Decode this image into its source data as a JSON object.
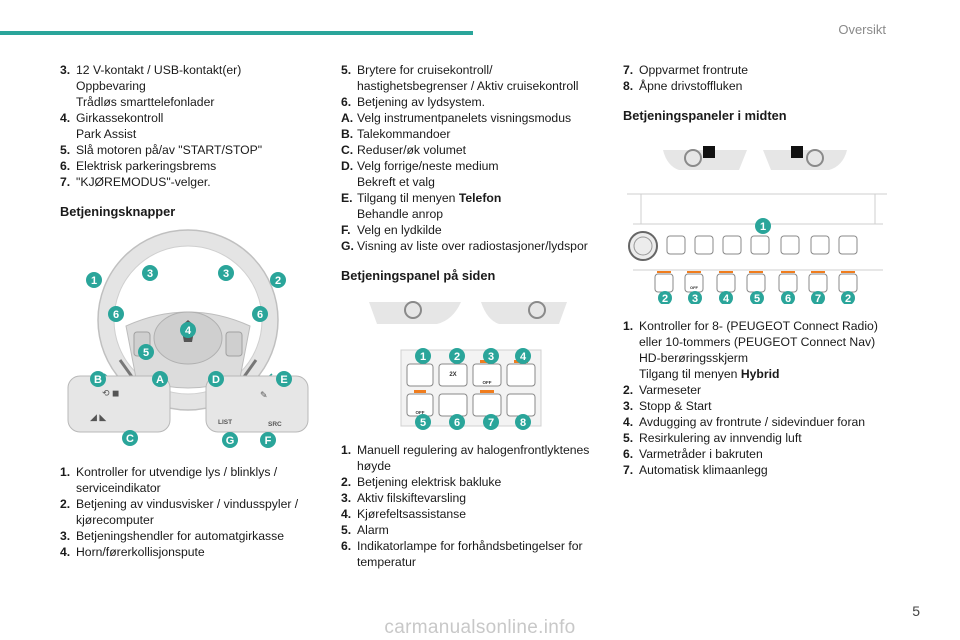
{
  "header": {
    "title": "Oversikt",
    "page_number": "5"
  },
  "watermark": "carmanualsonline.info",
  "col1": {
    "list_top": [
      {
        "num": "3.",
        "lines": [
          "12 V-kontakt / USB-kontakt(er)",
          "Oppbevaring",
          "Trådløs smarttelefonlader"
        ]
      },
      {
        "num": "4.",
        "lines": [
          "Girkassekontroll",
          "Park Assist"
        ]
      },
      {
        "num": "5.",
        "lines": [
          "Slå motoren på/av \"START/STOP\""
        ]
      },
      {
        "num": "6.",
        "lines": [
          "Elektrisk parkeringsbrems"
        ]
      },
      {
        "num": "7.",
        "lines": [
          "\"KJØREMODUS\"-velger."
        ]
      }
    ],
    "heading": "Betjeningsknapper",
    "figure_labels": {
      "n1": "1",
      "n2": "2",
      "n3a": "3",
      "n3b": "3",
      "n4": "4",
      "n5": "5",
      "n6a": "6",
      "n6b": "6",
      "A": "A",
      "B": "B",
      "C": "C",
      "D": "D",
      "E": "E",
      "F": "F",
      "G": "G",
      "list": "LIST",
      "src": "SRC"
    },
    "list_bottom": [
      {
        "num": "1.",
        "lines": [
          "Kontroller for utvendige lys / blinklys /",
          "serviceindikator"
        ]
      },
      {
        "num": "2.",
        "lines": [
          "Betjening av vindusvisker / vindusspyler /",
          "kjørecomputer"
        ]
      },
      {
        "num": "3.",
        "lines": [
          "Betjeningshendler for automatgirkasse"
        ]
      },
      {
        "num": "4.",
        "lines": [
          "Horn/førerkollisjonspute"
        ]
      }
    ]
  },
  "col2": {
    "list_top": [
      {
        "num": "5.",
        "lines": [
          "Brytere for cruisekontroll/",
          "hastighetsbegrenser / Aktiv cruisekontroll"
        ]
      },
      {
        "num": "6.",
        "lines": [
          "Betjening av lydsystem."
        ]
      },
      {
        "num": "A.",
        "lines": [
          "Velg instrumentpanelets visningsmodus"
        ]
      },
      {
        "num": "B.",
        "lines": [
          "Talekommandoer"
        ]
      },
      {
        "num": "C.",
        "lines": [
          "Reduser/øk volumet"
        ]
      },
      {
        "num": "D.",
        "lines": [
          "Velg forrige/neste medium",
          "Bekreft et valg"
        ]
      },
      {
        "num": "E.",
        "lines": [
          "Tilgang til menyen ",
          "Behandle anrop"
        ],
        "bold": "Telefon"
      },
      {
        "num": "F.",
        "lines": [
          "Velg en lydkilde"
        ]
      },
      {
        "num": "G.",
        "lines": [
          "Visning av liste over radiostasjoner/lydspor"
        ]
      }
    ],
    "heading": "Betjeningspanel på siden",
    "figure_labels": {
      "n1": "1",
      "n2": "2",
      "n3": "3",
      "n4": "4",
      "n5": "5",
      "n6": "6",
      "n7": "7",
      "n8": "8",
      "twox": "2X",
      "off1": "OFF",
      "off2": "OFF"
    },
    "list_bottom": [
      {
        "num": "1.",
        "lines": [
          "Manuell regulering av halogenfrontlyktenes",
          "høyde"
        ]
      },
      {
        "num": "2.",
        "lines": [
          "Betjening elektrisk bakluke"
        ]
      },
      {
        "num": "3.",
        "lines": [
          "Aktiv filskiftevarsling"
        ]
      },
      {
        "num": "4.",
        "lines": [
          "Kjørefeltsassistanse"
        ]
      },
      {
        "num": "5.",
        "lines": [
          "Alarm"
        ]
      },
      {
        "num": "6.",
        "lines": [
          "Indikatorlampe for forhåndsbetingelser for",
          "temperatur"
        ]
      }
    ]
  },
  "col3": {
    "list_top": [
      {
        "num": "7.",
        "lines": [
          "Oppvarmet frontrute"
        ]
      },
      {
        "num": "8.",
        "lines": [
          "Åpne drivstoffluken"
        ]
      }
    ],
    "heading": "Betjeningspaneler i midten",
    "figure_labels": {
      "n1": "1",
      "n2a": "2",
      "n2b": "2",
      "n3": "3",
      "n4": "4",
      "n5": "5",
      "n6": "6",
      "n7": "7",
      "off": "OFF"
    },
    "list_bottom": [
      {
        "num": "1.",
        "lines": [
          "Kontroller for 8- (PEUGEOT Connect Radio)",
          "eller 10-tommers (PEUGEOT Connect Nav)",
          "HD-berøringsskjerm",
          "Tilgang til menyen "
        ],
        "bold": "Hybrid"
      },
      {
        "num": "2.",
        "lines": [
          "Varmeseter"
        ]
      },
      {
        "num": "3.",
        "lines": [
          "Stopp & Start"
        ]
      },
      {
        "num": "4.",
        "lines": [
          "Avdugging av frontrute / sidevinduer foran"
        ]
      },
      {
        "num": "5.",
        "lines": [
          "Resirkulering av innvendig luft"
        ]
      },
      {
        "num": "6.",
        "lines": [
          "Varmetråder i bakruten"
        ]
      },
      {
        "num": "7.",
        "lines": [
          "Automatisk klimaanlegg"
        ]
      }
    ]
  },
  "colors": {
    "accent": "#2aa59a",
    "indicator": "#f07d1e"
  }
}
